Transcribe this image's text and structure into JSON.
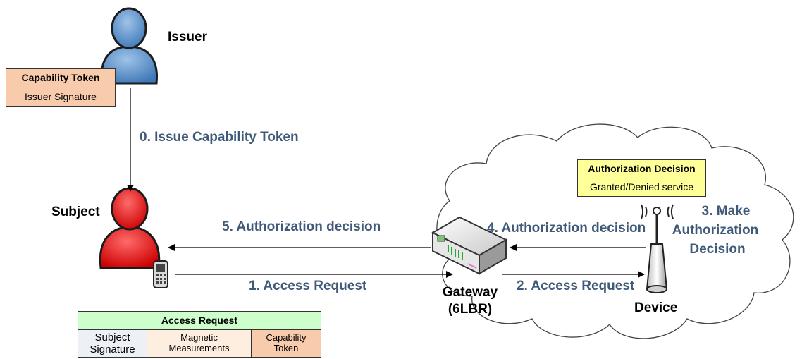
{
  "actors": {
    "issuer": "Issuer",
    "subject": "Subject",
    "gateway_line1": "Gateway",
    "gateway_line2": "(6LBR)",
    "device": "Device"
  },
  "steps": {
    "s0": "0. Issue Capability Token",
    "s1": "1. Access Request",
    "s2": "2. Access Request",
    "s3_line1": "3. Make",
    "s3_line2": "Authorization",
    "s3_line3": "Decision",
    "s4": "4. Authorization decision",
    "s5": "5. Authorization decision"
  },
  "capability_token_box": {
    "header": "Capability Token",
    "row": "Issuer Signature"
  },
  "authorization_decision_box": {
    "header": "Authorization Decision",
    "row": "Granted/Denied service"
  },
  "access_request_box": {
    "header": "Access Request",
    "cells": [
      {
        "line1": "Subject",
        "line2": "Signature"
      },
      {
        "line1": "Magnetic",
        "line2": "Measurements"
      },
      {
        "line1": "Capability",
        "line2": "Token"
      }
    ]
  },
  "colors": {
    "label_blue": "#3f5a78",
    "token_orange": "#f8cbad",
    "auth_yellow": "#ffff99",
    "access_green": "#ccffcc",
    "signature_gray": "#edf1f7",
    "measurement_peach": "#fdeee0",
    "issuer_blue": "#5b8fc7",
    "subject_red": "#ee1111"
  },
  "icons": [
    "person-icon",
    "router-icon",
    "antenna-icon",
    "phone-icon",
    "cloud-icon"
  ]
}
